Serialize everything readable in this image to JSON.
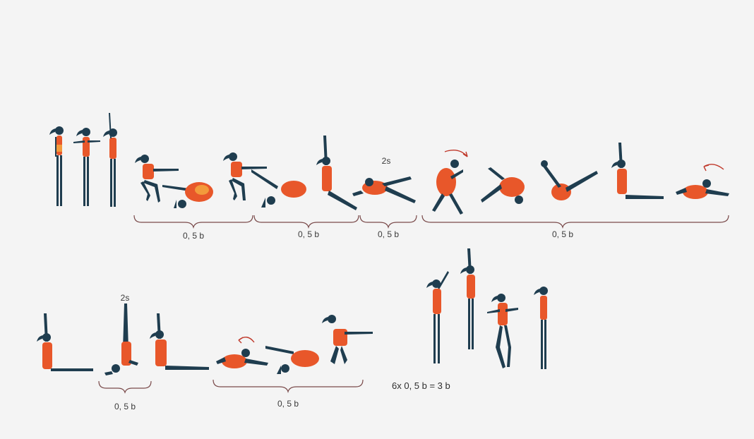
{
  "row1": {
    "hold_label": "2s",
    "segments": [
      {
        "label": "0, 5 b"
      },
      {
        "label": "0, 5 b"
      },
      {
        "label": "0, 5 b"
      },
      {
        "label": "0, 5 b"
      }
    ]
  },
  "row2": {
    "hold_label": "2s",
    "segments": [
      {
        "label": "0, 5 b"
      },
      {
        "label": "0, 5 b"
      }
    ],
    "total_label": "6x 0, 5 b = 3 b"
  },
  "colors": {
    "background": "#f4f4f4",
    "body": "#1f3d4f",
    "outfit": "#e8572a",
    "outfit_highlight": "#f39a3b",
    "arrow": "#c0392b",
    "brace": "#7a4a4a"
  }
}
